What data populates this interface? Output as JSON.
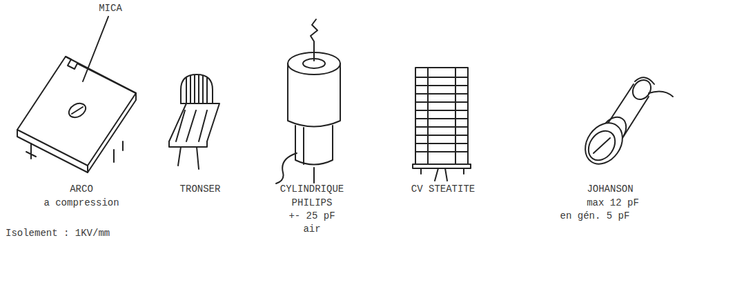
{
  "diagram": {
    "labels": [
      "MICA",
      "ARCO",
      "a compression",
      "Isolement : 1KV/mm",
      "TRONSER",
      "CYLINDRIQUE",
      "PHILIPS",
      "+- 25 pF",
      "air",
      "CV STEATITE",
      "JOHANSON",
      "max 12 pF",
      "en gén. 5 pF"
    ]
  }
}
